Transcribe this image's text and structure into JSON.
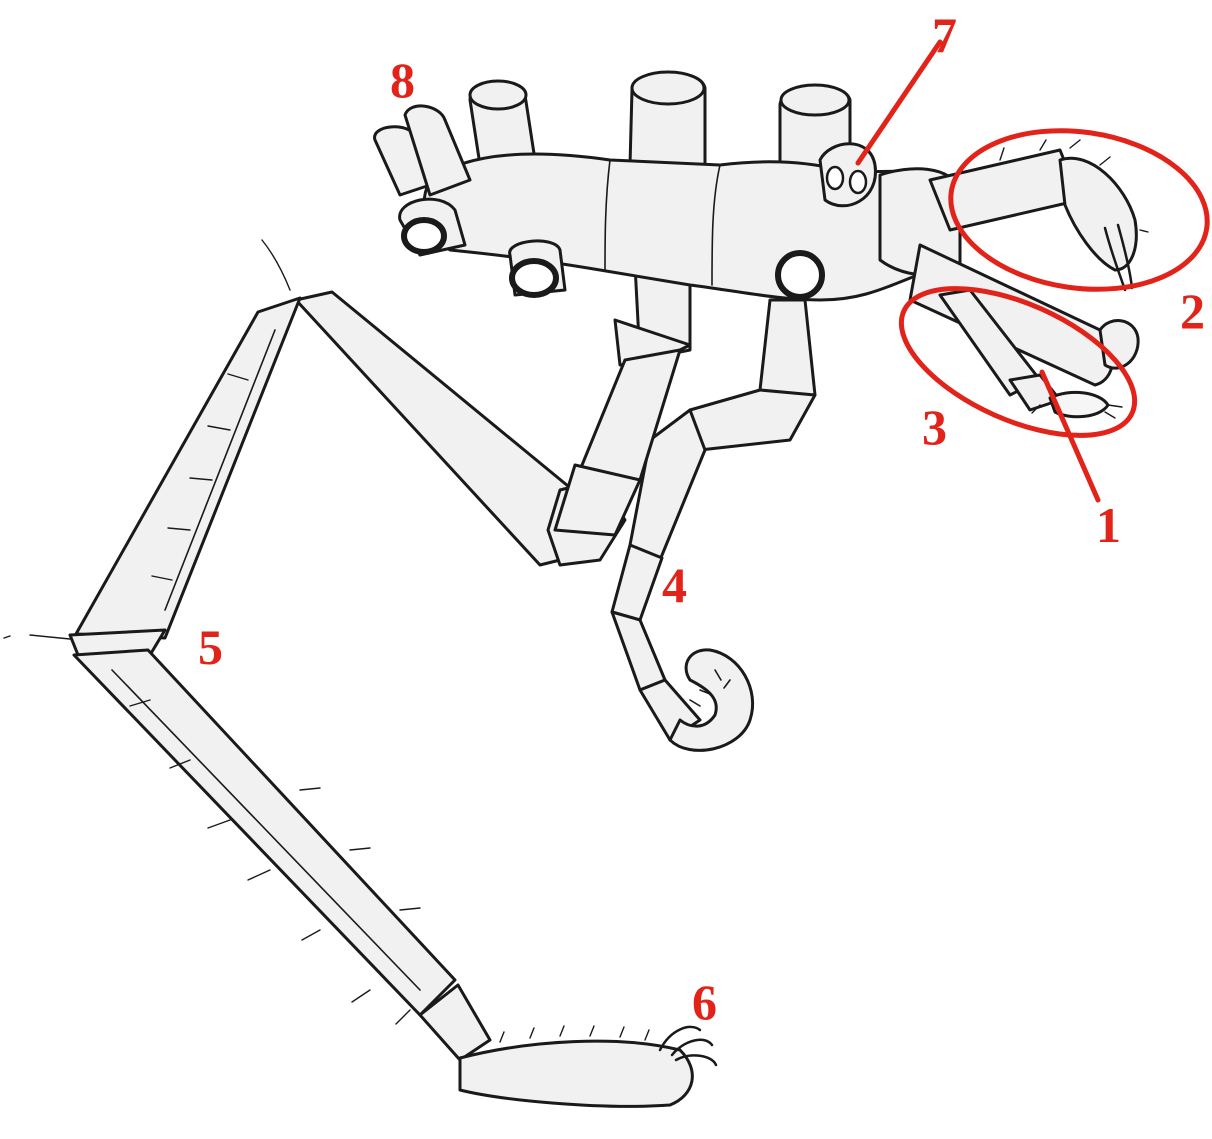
{
  "colors": {
    "annotation": "#e2231a",
    "ink": "#1a1a1a",
    "body_fill": "#f1f1f1",
    "background": "#ffffff"
  },
  "labels": {
    "l1": "1",
    "l2": "2",
    "l3": "3",
    "l4": "4",
    "l5": "5",
    "l6": "6",
    "l7": "7",
    "l8": "8"
  }
}
